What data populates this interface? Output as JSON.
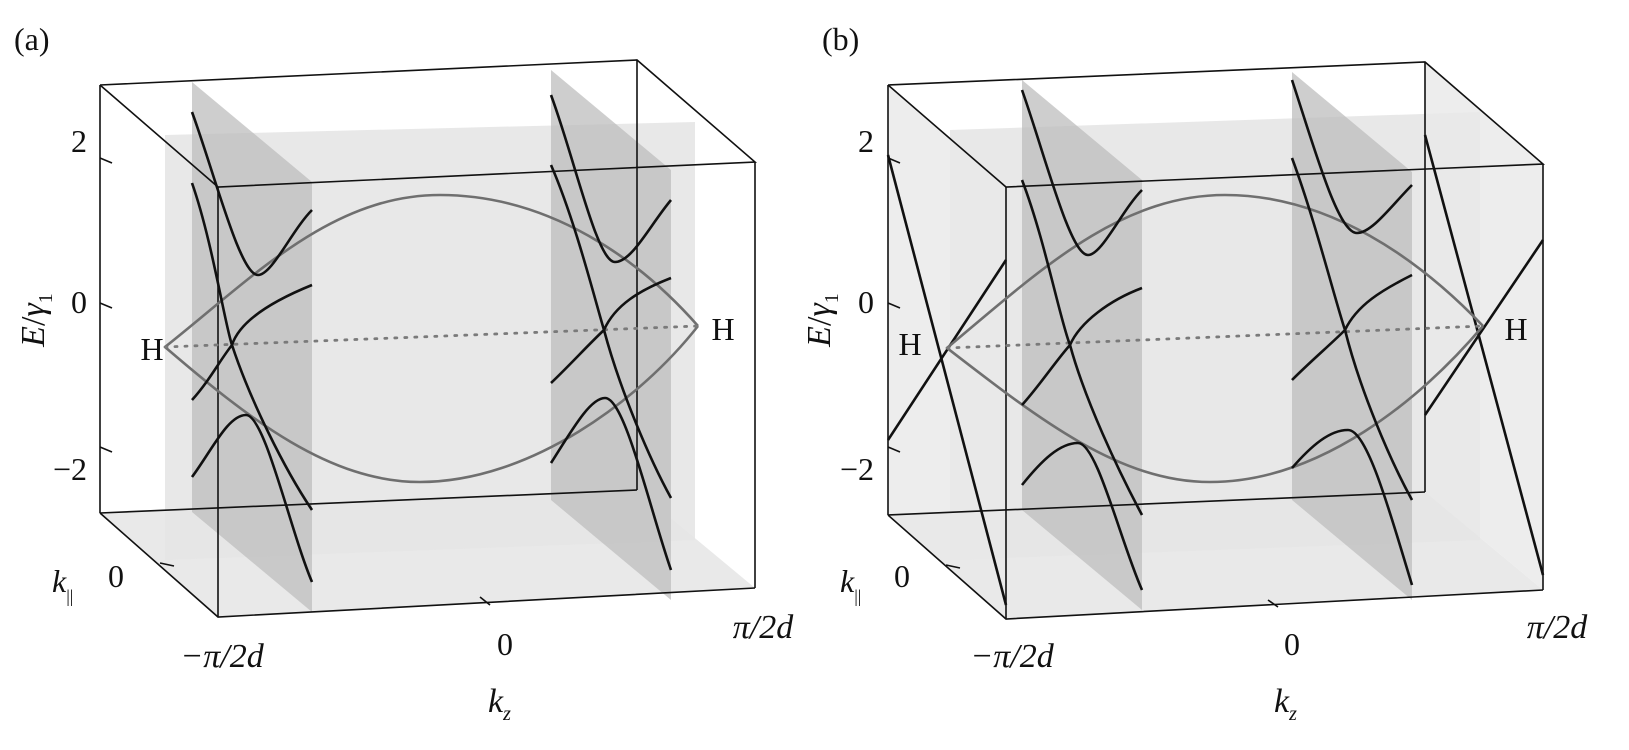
{
  "panels": [
    {
      "label": "(a)",
      "ylabel_E": "E",
      "ylabel_slash": "/",
      "ylabel_gamma": "γ",
      "ylabel_sub": "1",
      "yticks": [
        "2",
        "0",
        "−2"
      ],
      "kpar_label": "k",
      "kpar_sub": "||",
      "kpar_tick": "0",
      "xticks": [
        "−π/2d",
        "0",
        "π/2d"
      ],
      "xlabel": "k",
      "xlabel_sub": "z",
      "point_left": "H",
      "point_right": "H"
    },
    {
      "label": "(b)",
      "ylabel_E": "E",
      "ylabel_slash": "/",
      "ylabel_gamma": "γ",
      "ylabel_sub": "1",
      "yticks": [
        "2",
        "0",
        "−2"
      ],
      "kpar_label": "k",
      "kpar_sub": "||",
      "kpar_tick": "0",
      "xticks": [
        "−π/2d",
        "0",
        "π/2d"
      ],
      "xlabel": "k",
      "xlabel_sub": "z",
      "point_left": "H",
      "point_right": "H"
    }
  ],
  "colors": {
    "plane_light": "#e6e6e6",
    "plane_dark": "#bdbdbd",
    "band_line": "#111111",
    "trace_line": "#6f6f6f"
  }
}
